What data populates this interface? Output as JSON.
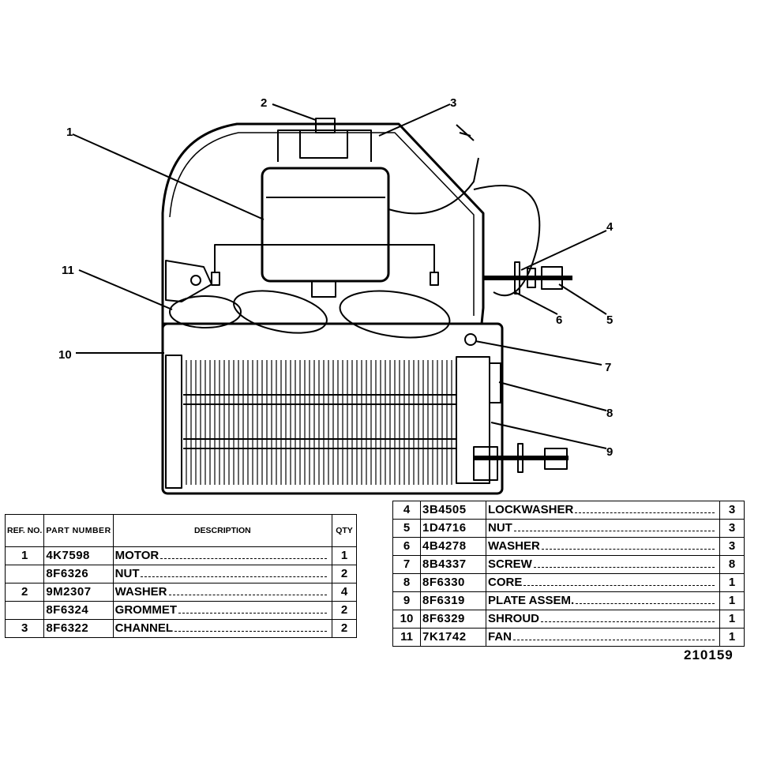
{
  "diagram": {
    "callouts": [
      {
        "id": "c1",
        "text": "1"
      },
      {
        "id": "c2",
        "text": "2"
      },
      {
        "id": "c3",
        "text": "3"
      },
      {
        "id": "c4",
        "text": "4"
      },
      {
        "id": "c5",
        "text": "5"
      },
      {
        "id": "c6",
        "text": "6"
      },
      {
        "id": "c7",
        "text": "7"
      },
      {
        "id": "c8",
        "text": "8"
      },
      {
        "id": "c9",
        "text": "9"
      },
      {
        "id": "c10",
        "text": "10"
      },
      {
        "id": "c11",
        "text": "11"
      }
    ],
    "drawing_number": "210159"
  },
  "table_left": {
    "headers": {
      "ref": "REF. NO.",
      "part": "PART NUMBER",
      "desc": "DESCRIPTION",
      "qty": "QTY"
    },
    "rows": [
      {
        "ref": "1",
        "part": "4K7598",
        "desc": "MOTOR",
        "qty": "1"
      },
      {
        "ref": "",
        "part": "8F6326",
        "desc": "NUT",
        "qty": "2"
      },
      {
        "ref": "2",
        "part": "9M2307",
        "desc": "WASHER",
        "qty": "4"
      },
      {
        "ref": "",
        "part": "8F6324",
        "desc": "GROMMET",
        "qty": "2"
      },
      {
        "ref": "3",
        "part": "8F6322",
        "desc": "CHANNEL",
        "qty": "2"
      }
    ]
  },
  "table_right": {
    "rows": [
      {
        "ref": "4",
        "part": "3B4505",
        "desc": "LOCKWASHER",
        "qty": "3"
      },
      {
        "ref": "5",
        "part": "1D4716",
        "desc": "NUT",
        "qty": "3"
      },
      {
        "ref": "6",
        "part": "4B4278",
        "desc": "WASHER",
        "qty": "3"
      },
      {
        "ref": "7",
        "part": "8B4337",
        "desc": "SCREW",
        "qty": "8"
      },
      {
        "ref": "8",
        "part": "8F6330",
        "desc": "CORE",
        "qty": "1"
      },
      {
        "ref": "9",
        "part": "8F6319",
        "desc": "PLATE ASSEM.",
        "qty": "1"
      },
      {
        "ref": "10",
        "part": "8F6329",
        "desc": "SHROUD",
        "qty": "1"
      },
      {
        "ref": "11",
        "part": "7K1742",
        "desc": "FAN",
        "qty": "1"
      }
    ]
  }
}
